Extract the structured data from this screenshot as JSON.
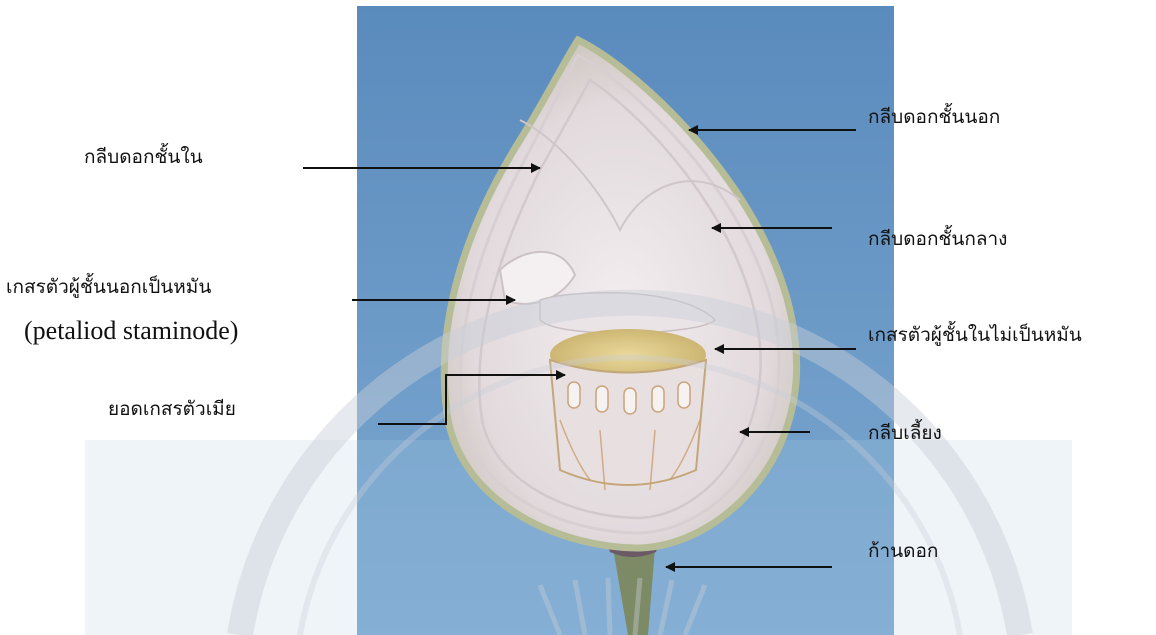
{
  "labels": {
    "inner_petal": "กลีบดอกชั้นใน",
    "outer_staminode": "เกสรตัวผู้ชั้นนอกเป็นหมัน",
    "petaloid": "(petaliod staminode)",
    "stigma": "ยอดเกสรตัวเมีย",
    "outer_petal": "กลีบดอกชั้นนอก",
    "middle_petal": "กลีบดอกชั้นกลาง",
    "inner_stamen": "เกสรตัวผู้ชั้นในไม่เป็นหมัน",
    "sepal": "กลีบเลี้ยง",
    "peduncle": "ก้านดอก"
  },
  "colors": {
    "sky_top": "#5f8fbe",
    "sky_bottom": "#7aa6cf",
    "bud_edge": "#b7bf9a",
    "petal_light": "#e9e4e6",
    "petal_shade": "#cfc6c9",
    "receptacle_yellow": "#dcc887",
    "stem": "#7d8a68",
    "arrow": "#111111"
  }
}
